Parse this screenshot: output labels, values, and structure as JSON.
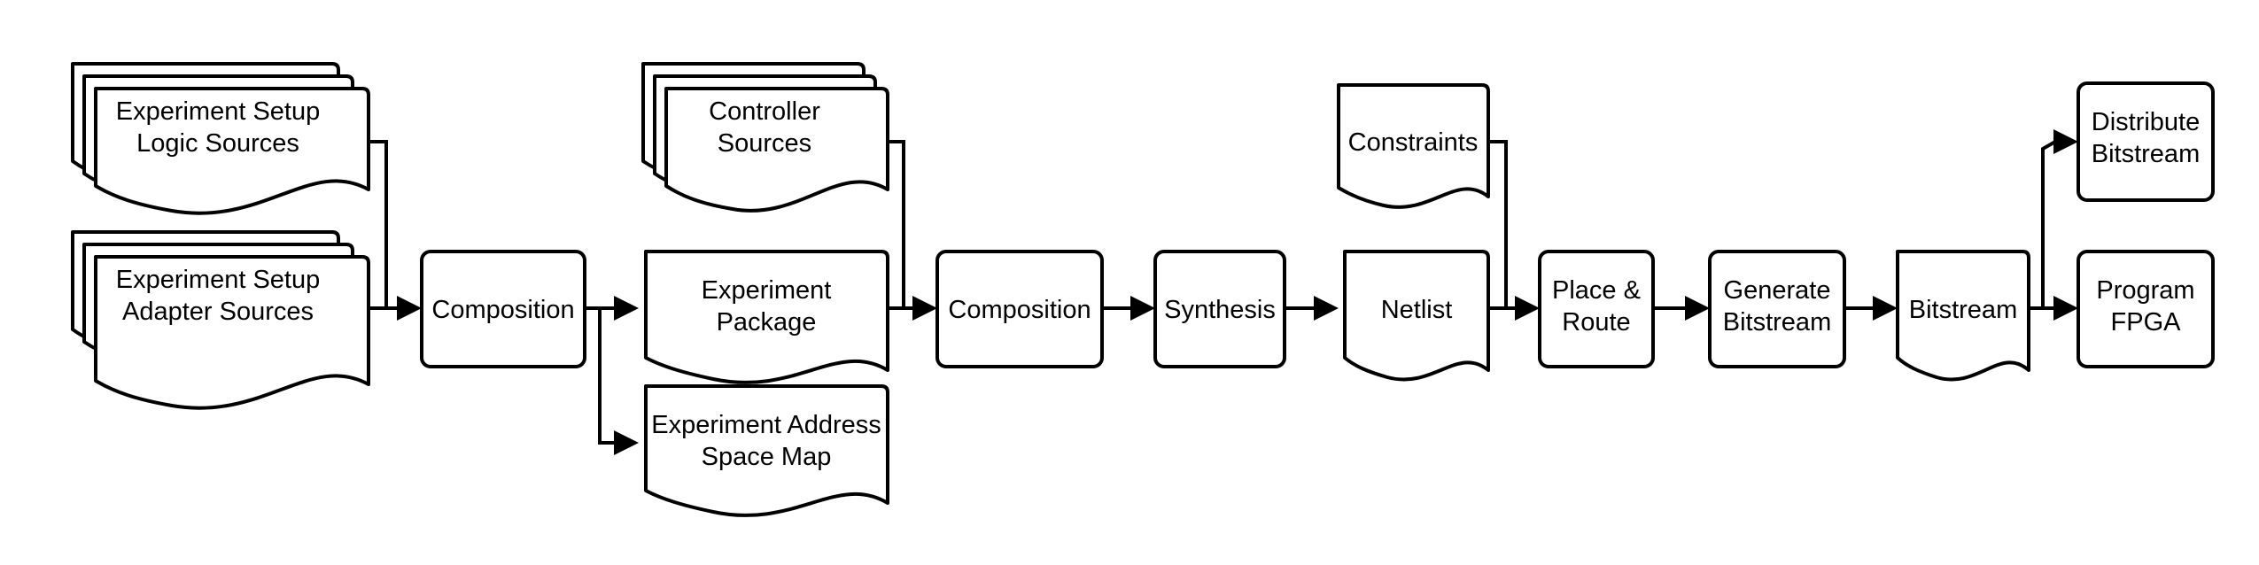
{
  "diagram": {
    "nodes": {
      "logic_sources": {
        "lines": [
          "Experiment Setup",
          "Logic Sources"
        ]
      },
      "adapter_sources": {
        "lines": [
          "Experiment Setup",
          "Adapter Sources"
        ]
      },
      "composition_1": {
        "lines": [
          "Composition"
        ]
      },
      "experiment_package": {
        "lines": [
          "Experiment",
          "Package"
        ]
      },
      "address_space_map": {
        "lines": [
          "Experiment Address",
          "Space Map"
        ]
      },
      "controller_sources": {
        "lines": [
          "Controller",
          "Sources"
        ]
      },
      "composition_2": {
        "lines": [
          "Composition"
        ]
      },
      "synthesis": {
        "lines": [
          "Synthesis"
        ]
      },
      "netlist": {
        "lines": [
          "Netlist"
        ]
      },
      "constraints": {
        "lines": [
          "Constraints"
        ]
      },
      "place_route": {
        "lines": [
          "Place &",
          "Route"
        ]
      },
      "generate_bitstream": {
        "lines": [
          "Generate",
          "Bitstream"
        ]
      },
      "bitstream": {
        "lines": [
          "Bitstream"
        ]
      },
      "distribute_bitstream": {
        "lines": [
          "Distribute",
          "Bitstream"
        ]
      },
      "program_fpga": {
        "lines": [
          "Program",
          "FPGA"
        ]
      }
    },
    "edges": [
      [
        "logic_sources",
        "composition_1"
      ],
      [
        "adapter_sources",
        "composition_1"
      ],
      [
        "composition_1",
        "experiment_package"
      ],
      [
        "composition_1",
        "address_space_map"
      ],
      [
        "experiment_package",
        "composition_2"
      ],
      [
        "controller_sources",
        "composition_2"
      ],
      [
        "composition_2",
        "synthesis"
      ],
      [
        "synthesis",
        "netlist"
      ],
      [
        "netlist",
        "place_route"
      ],
      [
        "constraints",
        "place_route"
      ],
      [
        "place_route",
        "generate_bitstream"
      ],
      [
        "generate_bitstream",
        "bitstream"
      ],
      [
        "bitstream",
        "distribute_bitstream"
      ],
      [
        "bitstream",
        "program_fpga"
      ]
    ]
  }
}
